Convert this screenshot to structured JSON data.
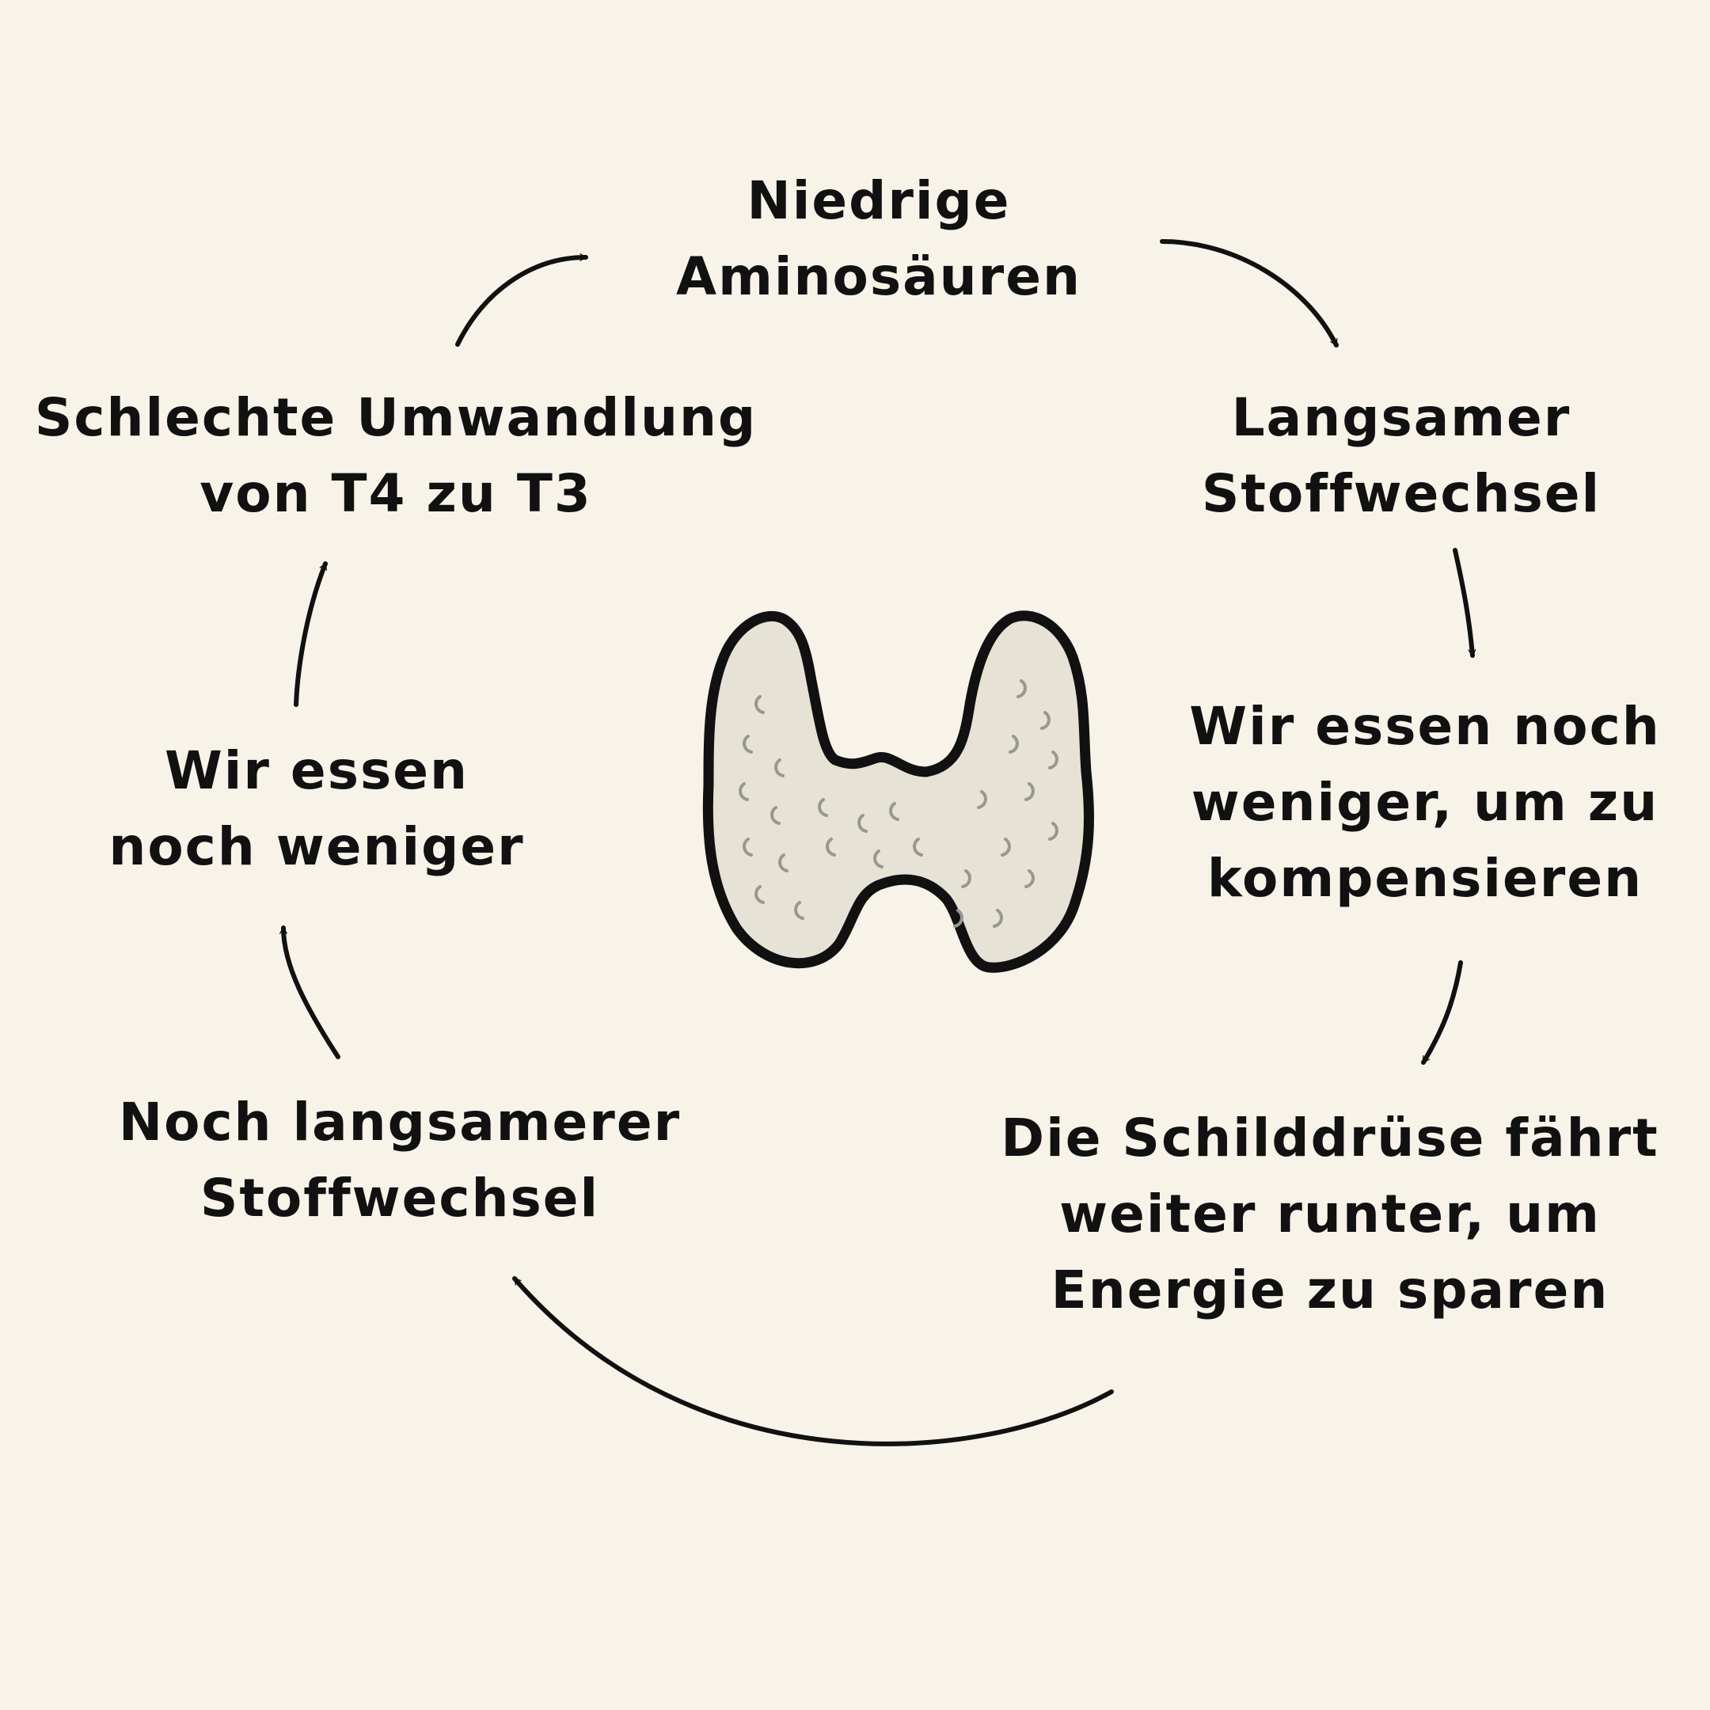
{
  "cycle": {
    "nodes": [
      {
        "lines": [
          "Niedrige",
          "Aminosäuren"
        ]
      },
      {
        "lines": [
          "Langsamer",
          "Stoffwechsel"
        ]
      },
      {
        "lines": [
          "Wir essen noch",
          "weniger, um zu",
          "kompensieren"
        ]
      },
      {
        "lines": [
          "Die Schilddrüse fährt",
          "weiter runter, um",
          "Energie zu sparen"
        ]
      },
      {
        "lines": [
          "Noch langsamerer",
          "Stoffwechsel"
        ]
      },
      {
        "lines": [
          "Wir essen",
          "noch weniger"
        ]
      },
      {
        "lines": [
          "Schlechte Umwandlung",
          "von T4 zu T3"
        ]
      }
    ]
  },
  "center_illustration": {
    "icon": "thyroid-gland-icon",
    "fill": "#e6e2d6",
    "stroke": "#111111",
    "texture": "#9a978d"
  },
  "colors": {
    "background": "#f7f3e8",
    "ink": "#111111"
  }
}
